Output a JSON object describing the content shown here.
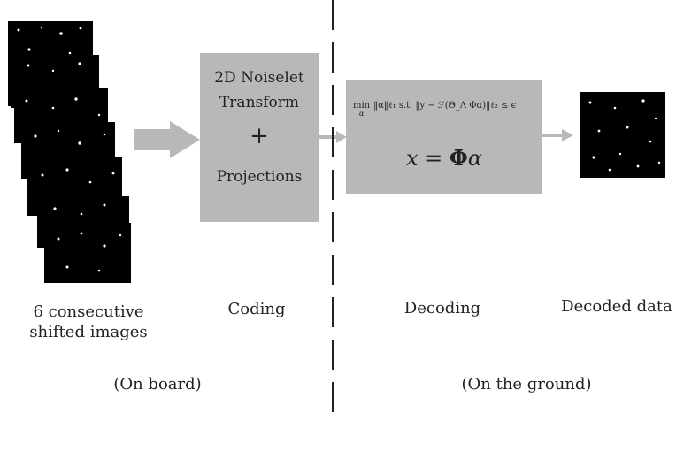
{
  "coding_box": {
    "line1": "2D Noiselet",
    "line2": "Transform",
    "plus": "+",
    "line3": "Projections"
  },
  "decoding_box": {
    "min_word": "min",
    "min_subscript": "α",
    "constraint": "‖α‖ℓ₁  s.t.  ‖y − ℱ(Θ_Λ Φα)‖ℓ₂ ≤ ϵ",
    "equation_x": "x",
    "equation_eq": "=",
    "equation_phi": "Φ",
    "equation_alpha": "α"
  },
  "labels": {
    "input_line1": "6 consecutive",
    "input_line2": "shifted images",
    "coding": "Coding",
    "decoding": "Decoding",
    "decoded": "Decoded data",
    "on_board": "(On board)",
    "on_ground": "(On the ground)"
  },
  "colors": {
    "box_fill": "#b8b8b8",
    "arrow_fill": "#b8b8b8",
    "tile_fill": "#000000",
    "star": "#ffffff"
  }
}
